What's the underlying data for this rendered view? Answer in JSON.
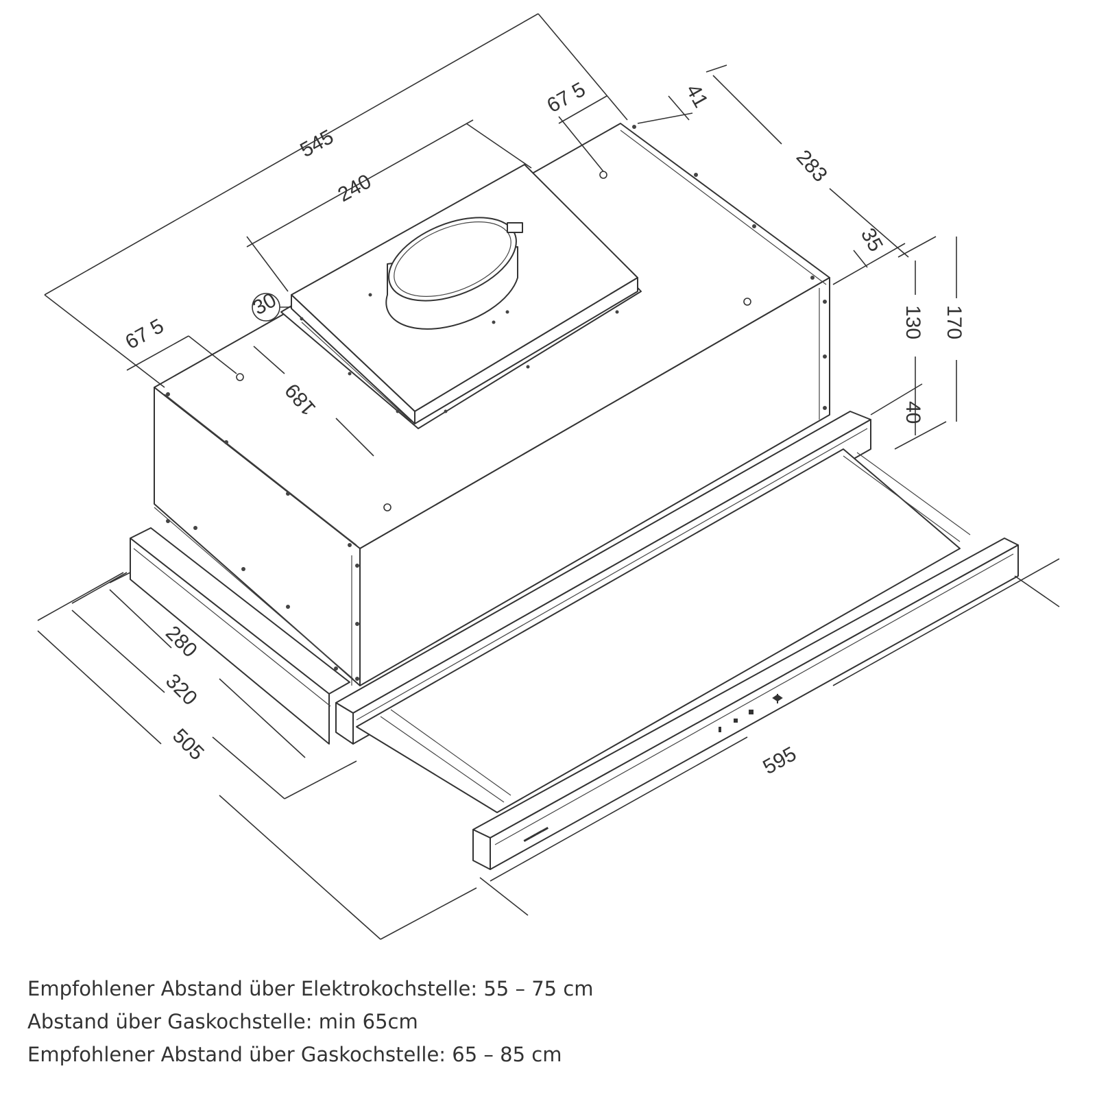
{
  "diagram": {
    "dimensions": {
      "d545": "545",
      "d240": "240",
      "d675_top": "67 5",
      "d41": "41",
      "d283": "283",
      "d35": "35",
      "d30": "30",
      "d675_left": "67 5",
      "d189": "189",
      "d130": "130",
      "d170": "170",
      "d40": "40",
      "d280": "280",
      "d320": "320",
      "d505": "505",
      "d595": "595"
    }
  },
  "notes": [
    "Empfohlener Abstand über Elektrokochstelle: 55 – 75 cm",
    "Abstand über Gaskochstelle: min 65cm",
    "Empfohlener Abstand über Gaskochstelle: 65 – 85 cm"
  ]
}
